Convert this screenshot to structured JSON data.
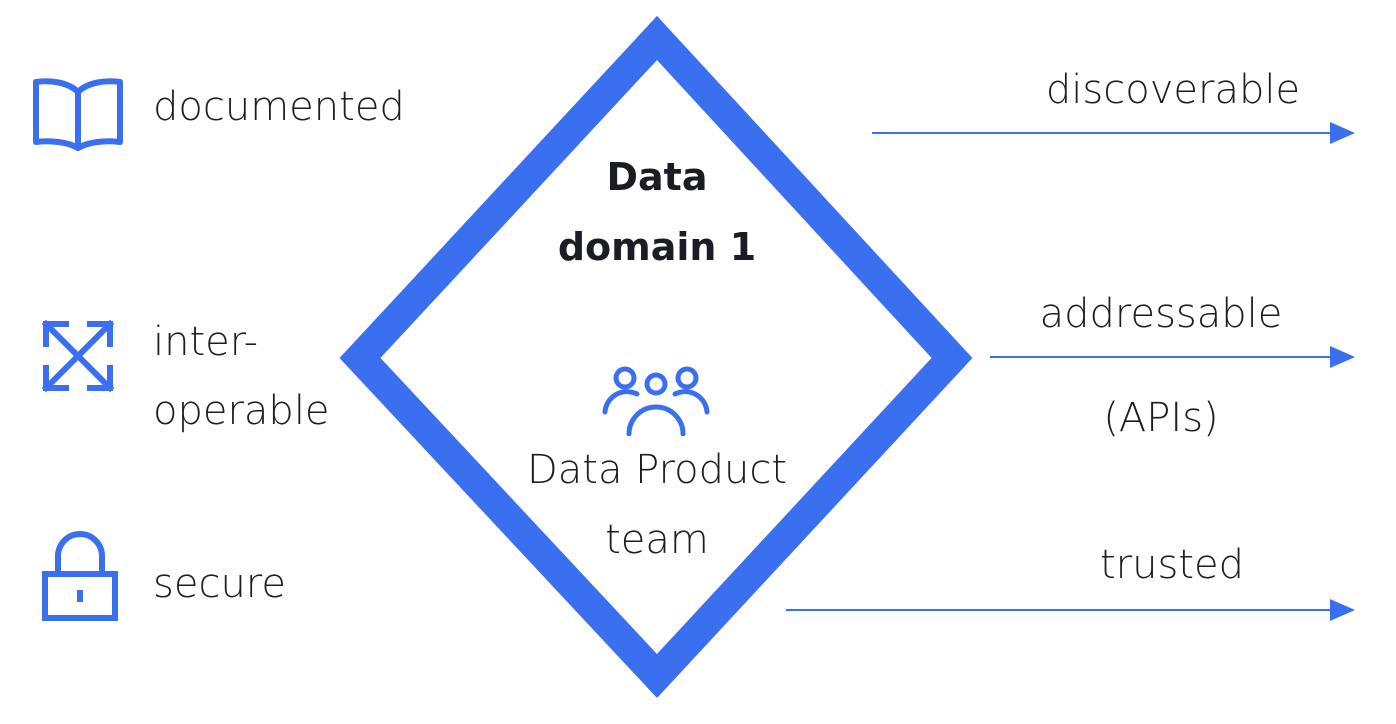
{
  "colors": {
    "accent": "#3a6ff0",
    "text": "#1e1e1e"
  },
  "left_items": [
    {
      "icon": "book-icon",
      "label": "documented"
    },
    {
      "icon": "expand-arrows-icon",
      "label_line1": "inter-",
      "label_line2": "operable"
    },
    {
      "icon": "lock-icon",
      "label": "secure"
    }
  ],
  "center": {
    "title_line1": "Data",
    "title_line2": "domain 1",
    "team_icon": "team-icon",
    "team_line1": "Data Product",
    "team_line2": "team"
  },
  "right_items": [
    {
      "label": "discoverable"
    },
    {
      "label_line1": "addressable",
      "label_line2": "(APIs)"
    },
    {
      "label": "trusted"
    }
  ]
}
